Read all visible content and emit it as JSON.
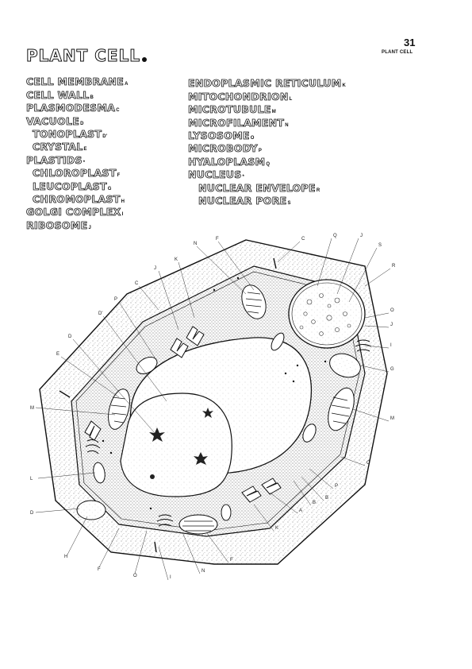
{
  "page": {
    "number": "31",
    "running_title": "PLANT CELL"
  },
  "title": "PLANT CELL",
  "terms_left": [
    {
      "name": "CELL MEMBRANE",
      "code": "A",
      "indent": 0
    },
    {
      "name": "CELL WALL",
      "code": "B",
      "indent": 0
    },
    {
      "name": "PLASMODESMA",
      "code": "C",
      "indent": 0
    },
    {
      "name": "VACUOLE",
      "code": "D",
      "indent": 0
    },
    {
      "name": "TONOPLAST",
      "code": "D'",
      "indent": 1
    },
    {
      "name": "CRYSTAL",
      "code": "E",
      "indent": 1
    },
    {
      "name": "PLASTIDS",
      "code": "*",
      "indent": 0
    },
    {
      "name": "CHLOROPLAST",
      "code": "F",
      "indent": 1
    },
    {
      "name": "LEUCOPLAST",
      "code": "G",
      "indent": 1
    },
    {
      "name": "CHROMOPLAST",
      "code": "H",
      "indent": 1
    },
    {
      "name": "GOLGI COMPLEX",
      "code": "I",
      "indent": 0
    },
    {
      "name": "RIBOSOME",
      "code": "J",
      "indent": 0
    }
  ],
  "terms_right": [
    {
      "name": "ENDOPLASMIC RETICULUM",
      "code": "K",
      "indent": 0
    },
    {
      "name": "MITOCHONDRION",
      "code": "L",
      "indent": 0
    },
    {
      "name": "MICROTUBULE",
      "code": "M",
      "indent": 0
    },
    {
      "name": "MICROFILAMENT",
      "code": "N",
      "indent": 0
    },
    {
      "name": "LYSOSOME",
      "code": "O",
      "indent": 0
    },
    {
      "name": "MICROBODY",
      "code": "P",
      "indent": 0
    },
    {
      "name": "HYALOPLASM",
      "code": "Q",
      "indent": 0
    },
    {
      "name": "NUCLEUS",
      "code": "*",
      "indent": 0
    },
    {
      "name": "NUCLEAR ENVELOPE",
      "code": "R",
      "indent": 2
    },
    {
      "name": "NUCLEAR PORE",
      "code": "S",
      "indent": 2
    }
  ],
  "diagram_labels": [
    "C",
    "Q",
    "J",
    "S",
    "R",
    "O",
    "J",
    "I",
    "G",
    "M",
    "C",
    "P",
    "B",
    "B",
    "A",
    "K",
    "F",
    "N",
    "I",
    "O",
    "F",
    "H",
    "D",
    "L",
    "M",
    "E",
    "D",
    "D'",
    "P",
    "C",
    "J",
    "K",
    "N",
    "F"
  ]
}
